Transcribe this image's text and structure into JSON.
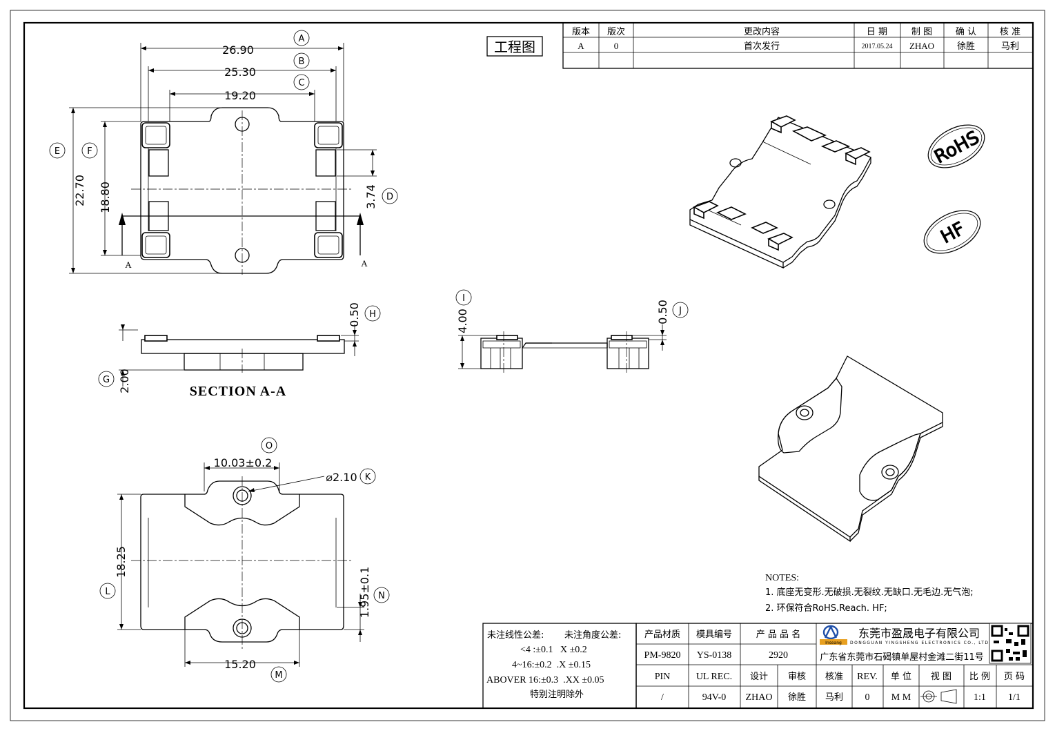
{
  "label_gcjt": "工程图",
  "revision": {
    "headers": [
      "版本",
      "版次",
      "更改内容",
      "日 期",
      "制 图",
      "确 认",
      "核 准"
    ],
    "row": [
      "A",
      "0",
      "首次发行",
      "2017.05.24",
      "ZHAO",
      "徐胜",
      "马利"
    ]
  },
  "dims_top": {
    "A_val": "26.90",
    "A_lbl": "A",
    "B_val": "25.30",
    "B_lbl": "B",
    "C_val": "19.20",
    "C_lbl": "C",
    "D_val": "3.74",
    "D_lbl": "D",
    "E_val": "22.70",
    "E_lbl": "E",
    "F_val": "18.80",
    "F_lbl": "F",
    "sec_mark_left": "A",
    "sec_mark_right": "A"
  },
  "dims_section": {
    "G_val": "2.00",
    "G_lbl": "G",
    "H_val": "0.50",
    "H_lbl": "H",
    "title": "SECTION  A-A"
  },
  "dims_side": {
    "I_val": "4.00",
    "I_lbl": "I",
    "J_val": "0.50",
    "J_lbl": "J"
  },
  "dims_bottom": {
    "O_val": "10.03±0.2",
    "O_lbl": "O",
    "K_val": "⌀2.10",
    "K_lbl": "K",
    "L_val": "18.25",
    "L_lbl": "L",
    "N_val": "1.95±0.1",
    "N_lbl": "N",
    "M_val": "15.20",
    "M_lbl": "M"
  },
  "stamps": {
    "rohs": "RoHS",
    "hf": "HF"
  },
  "notes": {
    "title": "NOTES:",
    "items": [
      "1.  底座无变形.无破损.无裂纹.无缺口.无毛边.无气泡;",
      "2.  环保符合RoHS.Reach.  HF;"
    ]
  },
  "tolerance": {
    "linear_title": "未注线性公差:",
    "angle_title": "未注角度公差:",
    "line1": "<4 :±0.1   X ±0.2",
    "line2": "4~16:±0.2  .X ±0.15",
    "line3": "ABOVER 16:±0.3  .XX ±0.05",
    "line4": "特别注明除外"
  },
  "title_block": {
    "h_material": "产品材质",
    "h_mold": "模具编号",
    "h_product": "产 品 品 名",
    "material": "PM-9820",
    "mold": "YS-0138",
    "product": "2920",
    "h_pin": "PIN",
    "h_ul": "UL REC.",
    "h_design": "设计",
    "h_review": "审核",
    "h_approve": "核准",
    "h_rev": "REV.",
    "h_unit": "单 位",
    "h_view": "视 图",
    "h_scale": "比 例",
    "h_page": "页 码",
    "pin": "/",
    "ul": "94V-0",
    "design": "ZHAO",
    "review": "徐胜",
    "approve": "马利",
    "rev": "0",
    "unit": "M M",
    "scale": "1:1",
    "page": "1/1",
    "company_cn": "东莞市盈晟电子有限公司",
    "company_en": "DONGGUAN YINGSHENG ELECTRONICS CO., LTD",
    "address": "广东省东莞市石碣镇单屋村金滩二街11号",
    "logo_text": "Inseang"
  }
}
